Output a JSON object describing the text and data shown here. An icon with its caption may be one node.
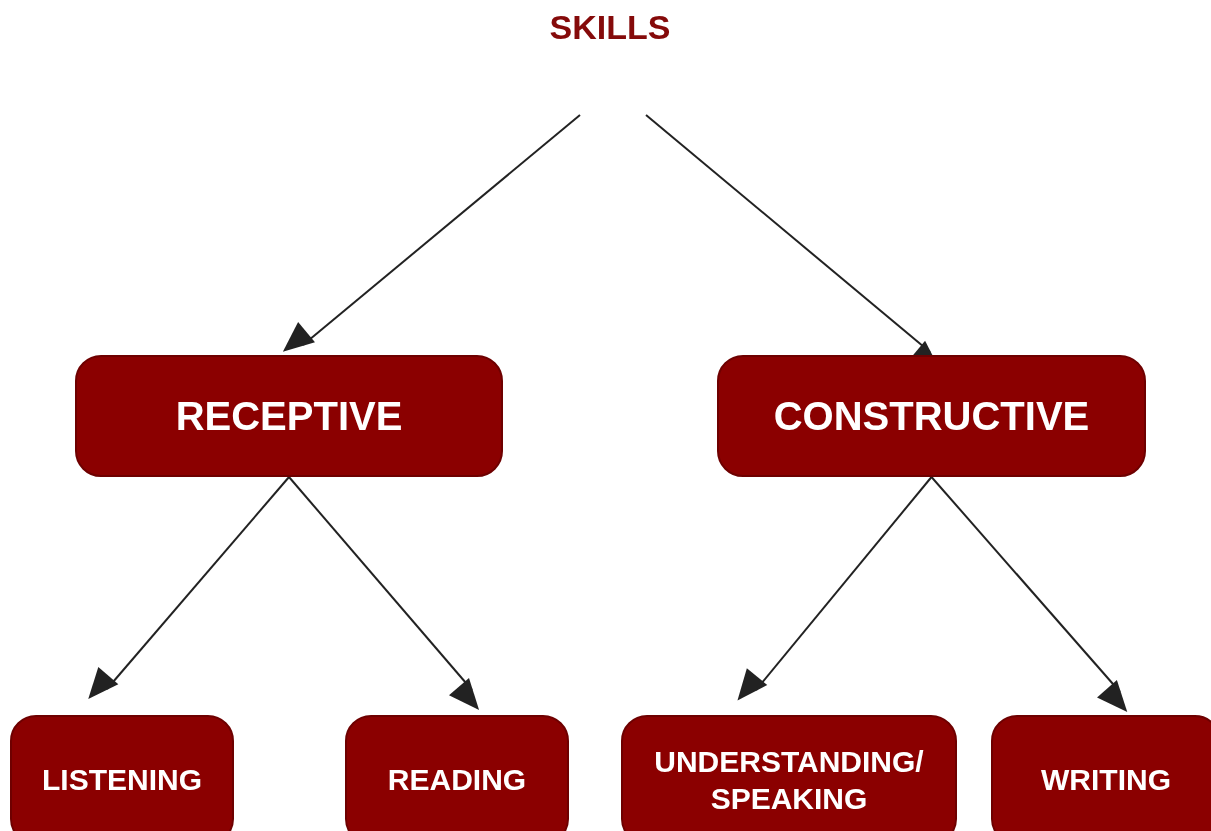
{
  "diagram": {
    "nodes": [
      {
        "text": [
          "SKILLS"
        ]
      },
      {
        "text": [
          "RECEPTIVE"
        ]
      },
      {
        "text": [
          "CONSTRUCTIVE"
        ]
      },
      {
        "text": [
          "LISTENING"
        ]
      },
      {
        "text": [
          "READING"
        ]
      },
      {
        "text": [
          "UNDERSTANDING/ SPEAKING"
        ]
      },
      {
        "text": [
          "WRITING"
        ]
      }
    ],
    "edges": [
      {
        "from": 0,
        "to": 1,
        "arrow": "to"
      },
      {
        "from": 0,
        "to": 2,
        "arrow": "to"
      },
      {
        "from": 1,
        "to": 3,
        "arrow": "to"
      },
      {
        "from": 1,
        "to": 4,
        "arrow": "to"
      },
      {
        "from": 2,
        "to": 5,
        "arrow": "to"
      },
      {
        "from": 2,
        "to": 6,
        "arrow": "to"
      }
    ]
  }
}
